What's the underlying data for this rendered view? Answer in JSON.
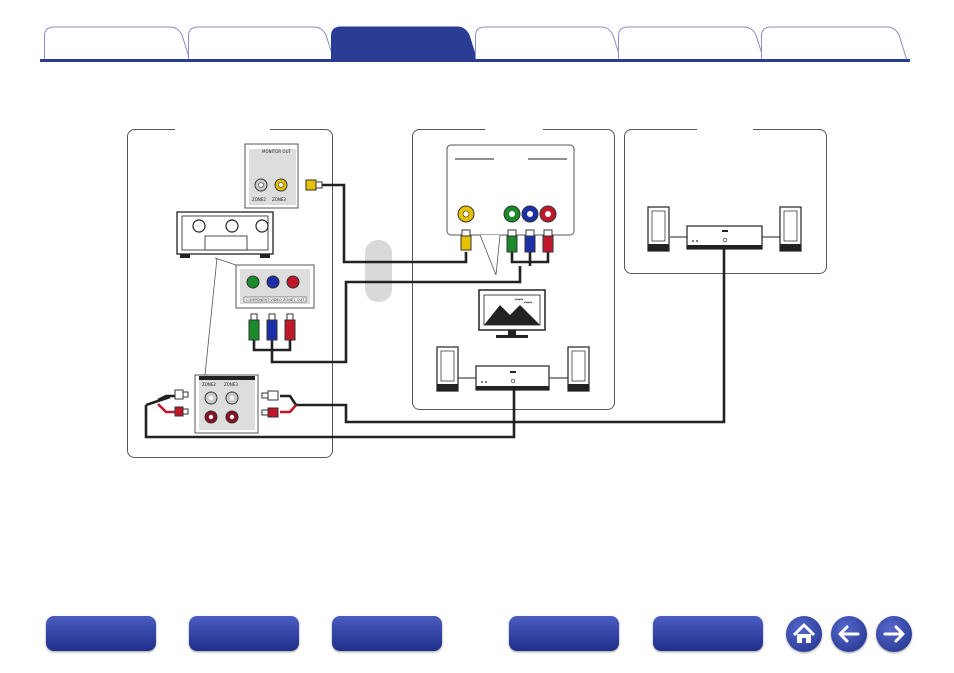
{
  "tabs": [
    {
      "label": ""
    },
    {
      "label": ""
    },
    {
      "label": ""
    },
    {
      "label": ""
    },
    {
      "label": ""
    },
    {
      "label": ""
    }
  ],
  "active_tab_index": 2,
  "colors": {
    "brand": "#2b3c94",
    "tab_border": "#8a8fc8",
    "video": "#e6c200",
    "green": "#1a8a2a",
    "blue": "#1a2fa8",
    "red": "#c0182a",
    "cable": "#222222",
    "panel_border": "#555555"
  },
  "diagram": {
    "panels": [
      {
        "name": "receiver-panel"
      },
      {
        "name": "zone2-panel"
      },
      {
        "name": "zone3-panel"
      }
    ],
    "labels": {
      "monitor_out": "MONITOR OUT",
      "zone2": "ZONE2",
      "zone3": "ZONE3",
      "component_zone2": "COMPONENT VIDEO ZONE2 OUT",
      "pre_out_zone2": "ZONE2",
      "pre_out_zone3": "ZONE3"
    }
  },
  "bottom_nav": [
    {
      "label": ""
    },
    {
      "label": ""
    },
    {
      "label": ""
    },
    {
      "label": ""
    },
    {
      "label": ""
    }
  ],
  "icons": {
    "home": "home-icon",
    "back": "arrow-left-icon",
    "forward": "arrow-right-icon"
  }
}
